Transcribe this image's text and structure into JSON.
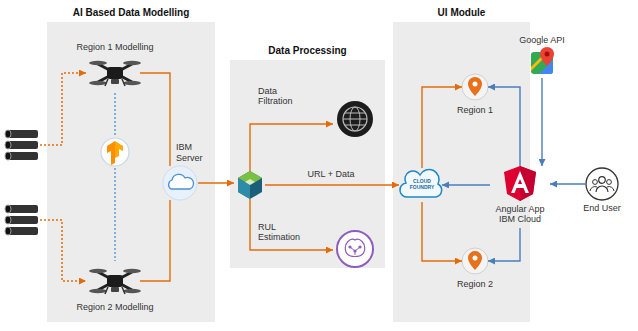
{
  "diagram": {
    "nodes": [
      {
        "text": [
          "AI Based Data Modelling"
        ]
      },
      {
        "text": [
          "Region 1 Modelling"
        ],
        "in": 0
      },
      {
        "text": [
          "Region 2 Modelling"
        ],
        "in": 0
      },
      {
        "text": [
          "IBM Server"
        ],
        "in": 0
      },
      {
        "text": [
          "Data Processing"
        ]
      },
      {
        "text": [
          "Data Filtration"
        ],
        "in": 4
      },
      {
        "text": [
          "RUL Estimation"
        ],
        "in": 4
      },
      {
        "text": [
          "UI Module"
        ]
      },
      {
        "text": [
          "CLOUD FOUNDRY"
        ],
        "in": 7
      },
      {
        "text": [
          "Region 1"
        ],
        "in": 7
      },
      {
        "text": [
          "Region 2"
        ],
        "in": 7
      },
      {
        "text": [
          "Google API"
        ]
      },
      {
        "text": [
          "Angular App IBM Cloud"
        ],
        "in": 7
      },
      {
        "text": [
          "End User"
        ]
      }
    ],
    "edges": [
      {
        "from": 1,
        "to": 3,
        "arrow": "none"
      },
      {
        "from": 2,
        "to": 3,
        "arrow": "none"
      },
      {
        "from": 8,
        "to": 9,
        "arrow": "to"
      },
      {
        "from": 8,
        "to": 10,
        "arrow": "to"
      },
      {
        "from": 12,
        "to": 9,
        "arrow": "to"
      },
      {
        "from": 12,
        "to": 10,
        "arrow": "to"
      },
      {
        "from": 11,
        "to": 12,
        "arrow": "to"
      },
      {
        "from": 13,
        "to": 12,
        "arrow": "to"
      },
      {
        "from": 12,
        "to": 8,
        "arrow": "to"
      }
    ],
    "labels": [
      "URL + Data"
    ]
  }
}
